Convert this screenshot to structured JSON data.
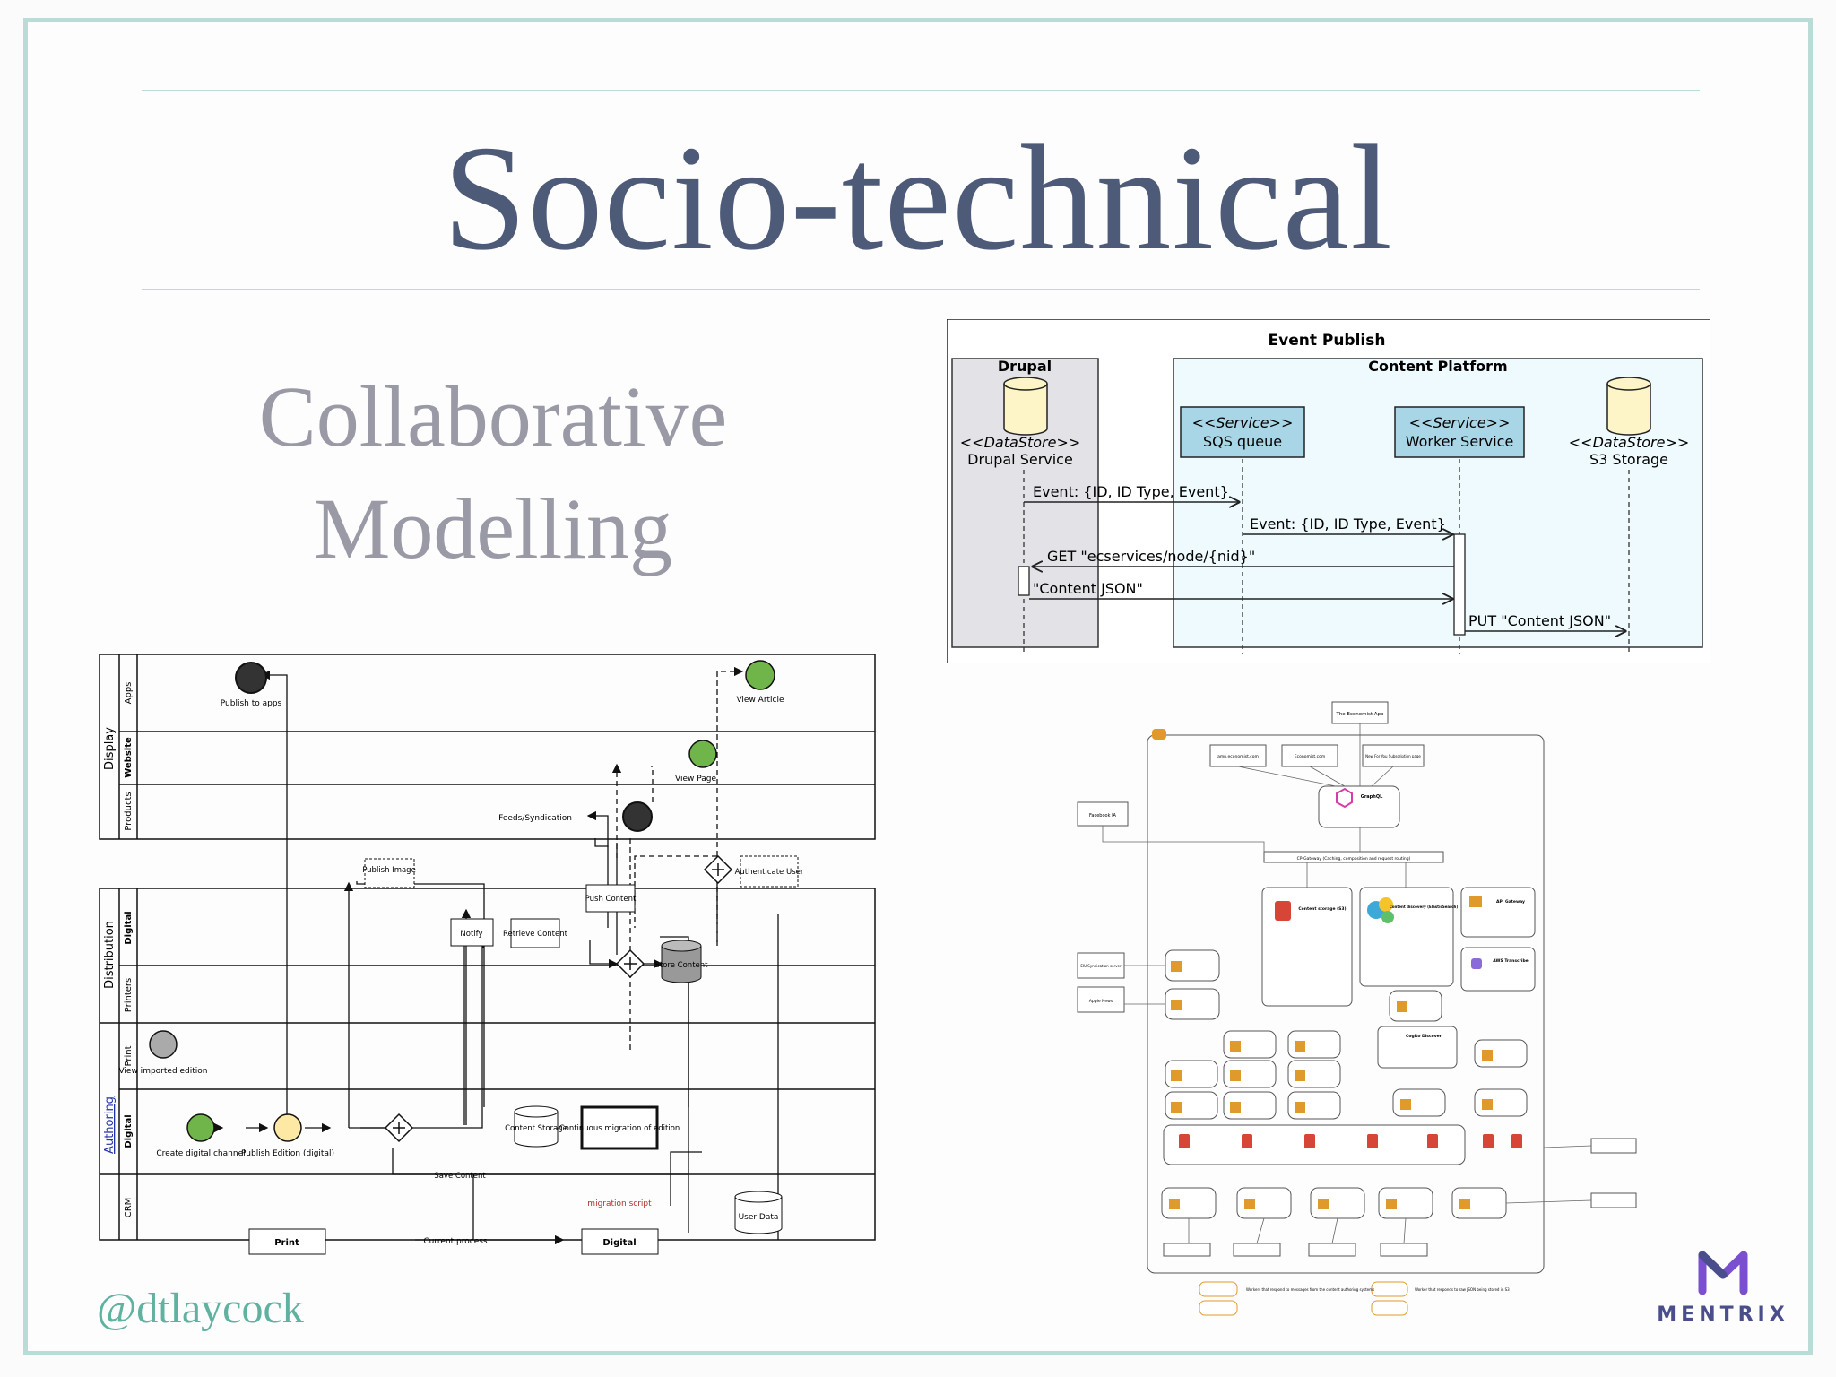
{
  "slide": {
    "title": "Socio-technical",
    "subtitle_line1": "Collaborative",
    "subtitle_line2": "Modelling",
    "handle": "@dtlaycock",
    "brand": "MENTRIX"
  },
  "bpmn": {
    "groups": [
      "Display",
      "Distribution",
      "Authoring"
    ],
    "lanes": [
      "Apps",
      "Website",
      "Products",
      "Digital",
      "Printers",
      "Print",
      "Digital",
      "CRM"
    ],
    "nodes": {
      "publish_to_apps": "Publish to apps",
      "view_article": "View Article",
      "view_page": "View Page",
      "feeds": "Feeds/Syndication",
      "publish_image": "Publish Image",
      "authenticate_user": "Authenticate User",
      "notify": "Notify",
      "retrieve_content": "Retrieve Content",
      "push_content": "Push Content",
      "store_content": "Store Content",
      "view_imported": "View imported edition",
      "create_digital": "Create digital channel",
      "publish_edition": "Publish Edition (digital)",
      "content_storage": "Content Storage",
      "continuous_migration": "Continuous migration of edition",
      "save_content": "Save Content",
      "migration_script": "migration script",
      "user_data": "User Data",
      "print_box": "Print",
      "current_process": "Current process",
      "digital_box": "Digital"
    }
  },
  "sequence": {
    "title": "Event Publish",
    "drupal_group": "Drupal",
    "platform_group": "Content Platform",
    "participants": {
      "drupal_stereo": "<<DataStore>>",
      "drupal_name": "Drupal Service",
      "sqs_stereo": "<<Service>>",
      "sqs_name": "SQS queue",
      "worker_stereo": "<<Service>>",
      "worker_name": "Worker Service",
      "s3_stereo": "<<DataStore>>",
      "s3_name": "S3 Storage"
    },
    "messages": {
      "m1": "Event: {ID, ID Type, Event}",
      "m2": "Event: {ID, ID Type, Event}",
      "m3": "GET \"ecservices/node/{nid}\"",
      "m4": "\"Content JSON\"",
      "m5": "PUT \"Content JSON\""
    }
  },
  "arch": {
    "top_app": "The Economist App",
    "site1": "amp.economist.com",
    "site2": "Economist.com",
    "site3": "New For You Subscription page",
    "graphql": "GraphQL",
    "facebook": "Facebook IA",
    "gateway": "CP-Gateway (Caching, composition and request routing)",
    "content_storage": "Content storage (S3)",
    "content_discovery": "Content discovery (ElasticSearch)",
    "api_gateway": "API Gateway",
    "aws_transcribe": "AWS Transcribe",
    "edu": "EIU Syndication server",
    "apple": "Apple News",
    "cognito": "Cogito Discover",
    "footer_left1": "Workers that respond to messages from the content authoring systems",
    "footer_right1": "Worker that responds to raw JSON being stored in S3"
  },
  "colors": {
    "title": "#4d5a78",
    "subtitle": "#999aa6",
    "handle": "#5fb1a0",
    "frame": "#b9ddd6",
    "green_event": "#6fb54a",
    "yellow_event": "#fde9a3",
    "platform_bg": "#eefafd",
    "service_box": "#a9d6e6",
    "s3_red": "#d64535",
    "brand": "#4a4f8c"
  }
}
